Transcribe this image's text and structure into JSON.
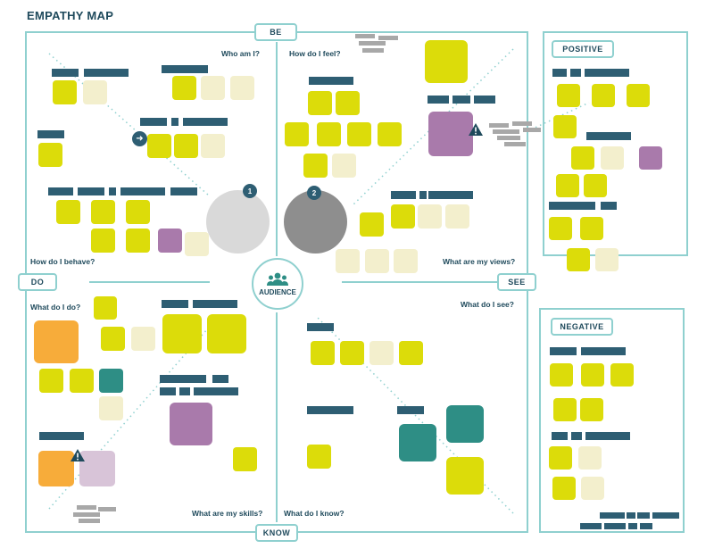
{
  "title": "EMPATHY MAP",
  "axis_tags": {
    "be": "BE",
    "do": "DO",
    "see": "SEE",
    "know": "KNOW"
  },
  "center": {
    "label": "AUDIENCE",
    "icon": "people-icon"
  },
  "questions": {
    "who_am_i": "Who am I?",
    "how_feel": "How do I feel?",
    "how_behave": "How do I behave?",
    "views": "What are my views?",
    "what_do": "What do I do?",
    "what_see": "What do I see?",
    "skills": "What are my skills?",
    "know": "What do I know?"
  },
  "markers": {
    "one": "1",
    "two": "2"
  },
  "side_panels": {
    "positive": "POSITIVE",
    "negative": "NEGATIVE"
  },
  "colors": {
    "frame": "#8fd0cf",
    "navy": "#2e5e73",
    "yellow": "#dcdc0a",
    "cream": "#f3efcd",
    "purple": "#a97aab",
    "orange": "#f7ac3a",
    "teal": "#2e8e85"
  }
}
